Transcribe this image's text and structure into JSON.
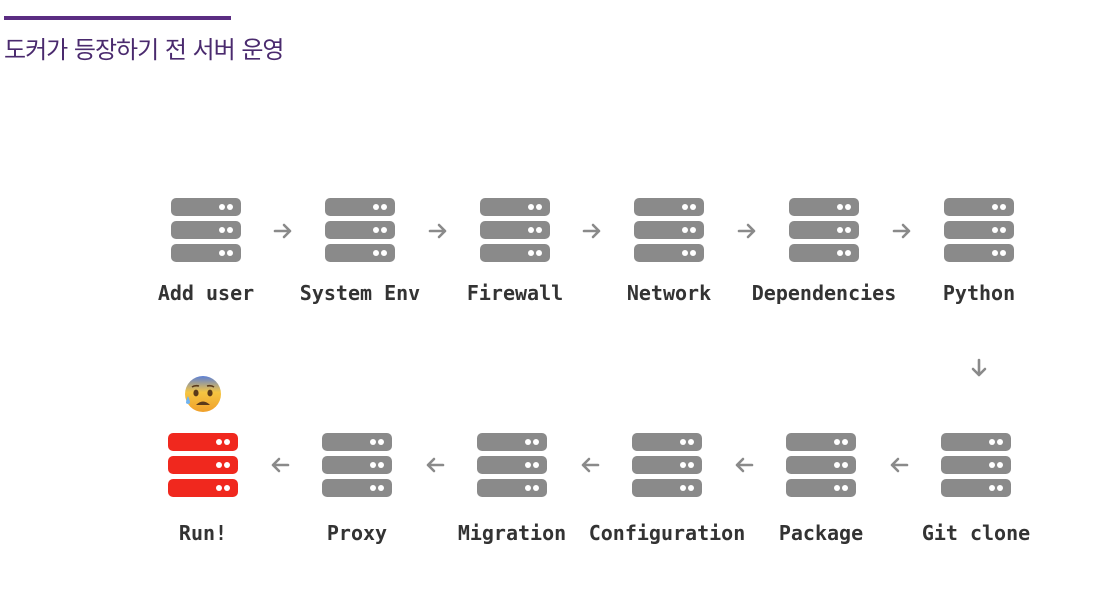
{
  "title": "도커가 등장하기 전 서버 운영",
  "colors": {
    "accent": "#5b2d82",
    "server_normal": "#8a8a8a",
    "server_error": "#f0281e",
    "arrow": "#8a8a8a"
  },
  "steps": [
    {
      "label": "Add user",
      "status": "normal"
    },
    {
      "label": "System Env",
      "status": "normal"
    },
    {
      "label": "Firewall",
      "status": "normal"
    },
    {
      "label": "Network",
      "status": "normal"
    },
    {
      "label": "Dependencies",
      "status": "normal"
    },
    {
      "label": "Python",
      "status": "normal"
    },
    {
      "label": "Git clone",
      "status": "normal"
    },
    {
      "label": "Package",
      "status": "normal"
    },
    {
      "label": "Configuration",
      "status": "normal"
    },
    {
      "label": "Migration",
      "status": "normal"
    },
    {
      "label": "Proxy",
      "status": "normal"
    },
    {
      "label": "Run!",
      "status": "error",
      "emoji": "anxious-face-with-sweat"
    }
  ]
}
